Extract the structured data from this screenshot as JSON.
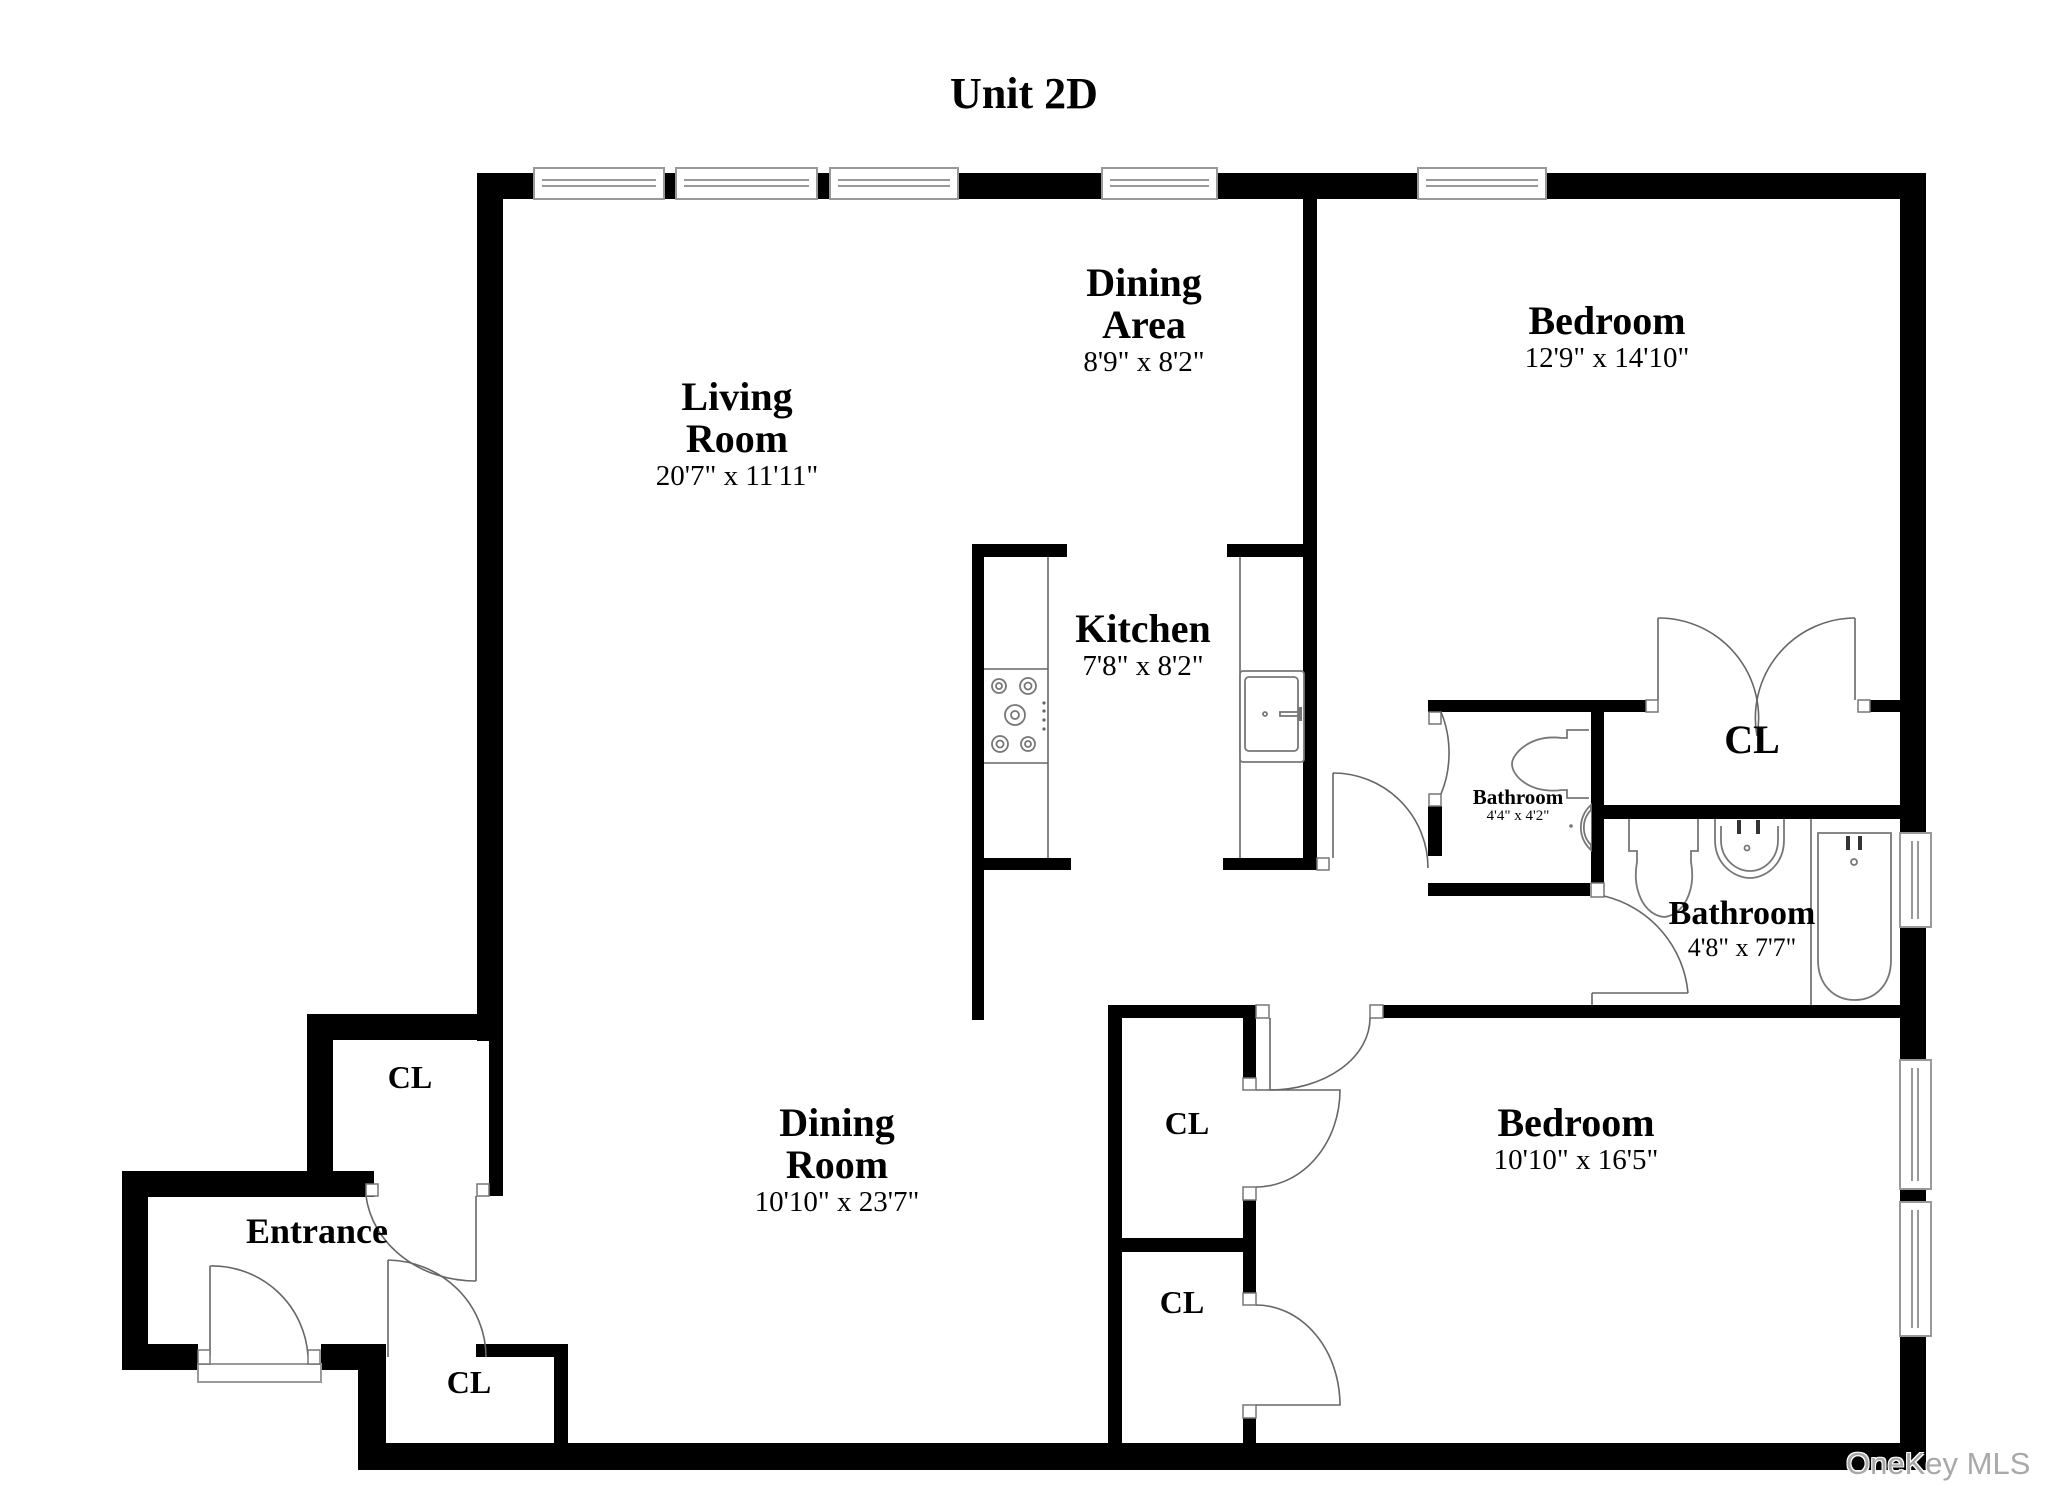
{
  "title": "Unit 2D",
  "rooms": {
    "living_room": {
      "name_line1": "Living",
      "name_line2": "Room",
      "dims": "20'7\" x 11'11\""
    },
    "dining_area": {
      "name_line1": "Dining",
      "name_line2": "Area",
      "dims": "8'9\" x 8'2\""
    },
    "kitchen": {
      "name": "Kitchen",
      "dims": "7'8\" x 8'2\""
    },
    "bedroom_1": {
      "name": "Bedroom",
      "dims": "12'9\" x 14'10\""
    },
    "bathroom_1": {
      "name": "Bathroom",
      "dims": "4'4\" x 4'2\""
    },
    "bathroom_2": {
      "name": "Bathroom",
      "dims": "4'8\" x 7'7\""
    },
    "bedroom_2": {
      "name": "Bedroom",
      "dims": "10'10\" x 16'5\""
    },
    "dining_room": {
      "name_line1": "Dining",
      "name_line2": "Room",
      "dims": "10'10\" x 23'7\""
    },
    "entrance": {
      "name": "Entrance"
    },
    "closets": [
      {
        "id": "bedroom1-closet",
        "label": "CL"
      },
      {
        "id": "entry-closet-upper",
        "label": "CL"
      },
      {
        "id": "entry-closet-lower",
        "label": "CL"
      },
      {
        "id": "bedroom2-closet-upper",
        "label": "CL"
      },
      {
        "id": "bedroom2-closet-lower",
        "label": "CL"
      }
    ]
  },
  "watermark": "OneKey MLS",
  "colors": {
    "wall": "#000000",
    "background": "#ffffff",
    "fixture_line": "#777777",
    "watermark": "#a9a9a9"
  }
}
